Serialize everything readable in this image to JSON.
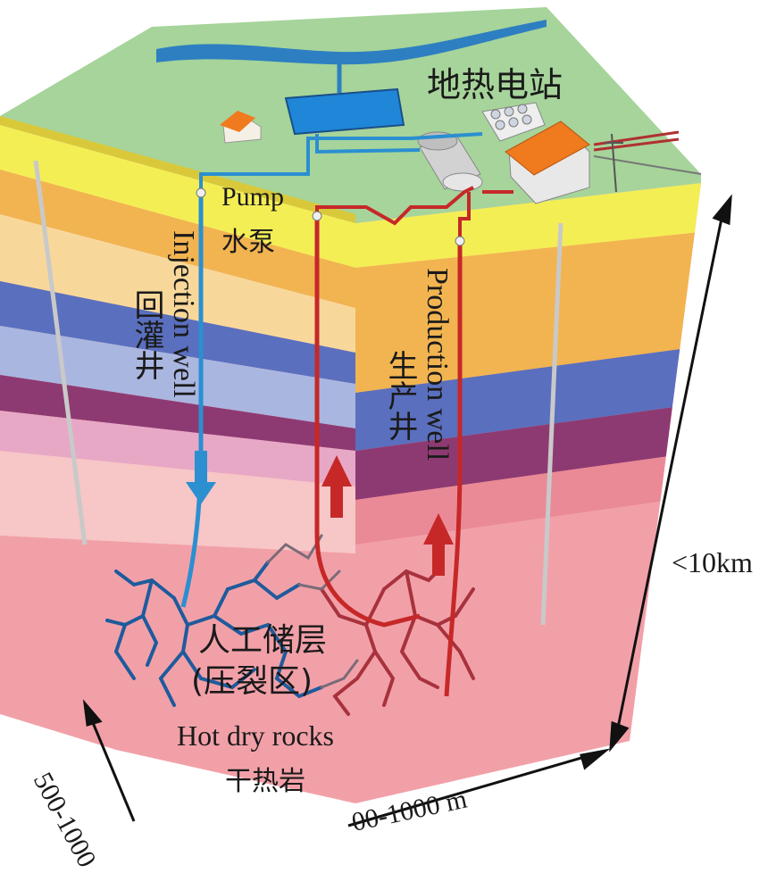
{
  "labels": {
    "power_station": "地热电站",
    "pump_en": "Pump",
    "pump_cn": "水泵",
    "injection_cn": "回灌井",
    "injection_en": "Injection well",
    "production_cn": "生产井",
    "production_en": "Production well",
    "reservoir_cn_line1": "人工储层",
    "reservoir_cn_line2": "(压裂区)",
    "hot_dry_rocks_en": "Hot dry rocks",
    "hot_dry_rocks_cn": "干热岩",
    "depth": "<10km",
    "width_left": "500-1000",
    "width_bottom": "00-1000 m"
  },
  "icons": [
    "house-icon",
    "water-pond",
    "power-plant",
    "turbine",
    "power-lines"
  ],
  "colors": {
    "surface": "#a6d49a",
    "river": "#2e7fc1",
    "injection_pipe": "#2b8fd0",
    "production_pipe": "#c62828",
    "layer_yellow": "#f4ee55",
    "layer_orange": "#f2b450",
    "layer_blue": "#5a6fbe",
    "layer_purple": "#8e3a72",
    "hot_rock": "#f2a0a8"
  }
}
